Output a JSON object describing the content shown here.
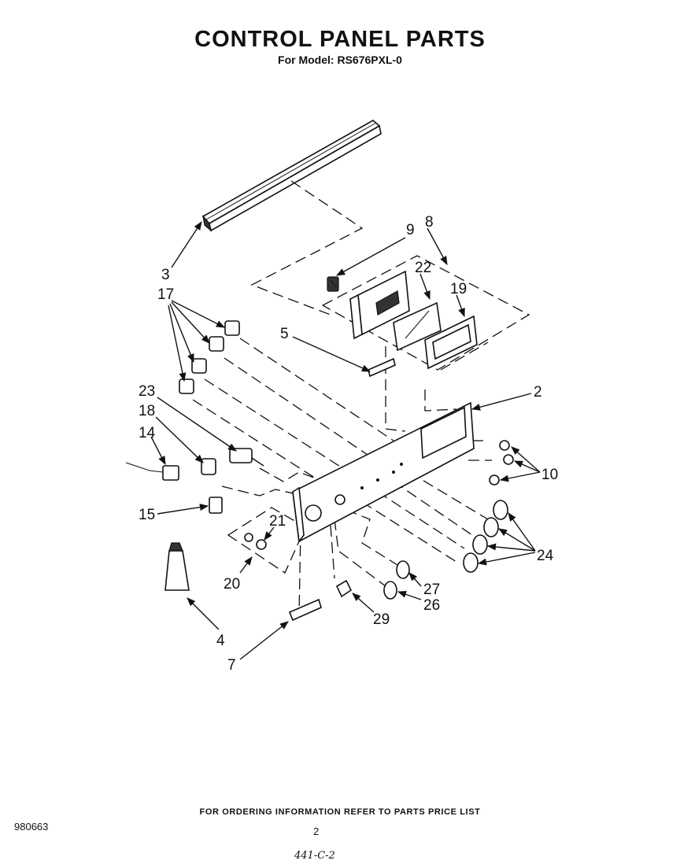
{
  "header": {
    "title": "CONTROL PANEL PARTS",
    "subtitle": "For Model: RS676PXL-0"
  },
  "callouts": [
    "3",
    "9",
    "8",
    "22",
    "19",
    "17",
    "5",
    "2",
    "23",
    "18",
    "14",
    "10",
    "15",
    "21",
    "24",
    "20",
    "27",
    "26",
    "29",
    "4",
    "7"
  ],
  "footer": {
    "ordering_note": "FOR ORDERING INFORMATION REFER TO PARTS PRICE LIST",
    "doc_number": "980663",
    "page_number": "2",
    "handwritten": "441-C-2"
  }
}
